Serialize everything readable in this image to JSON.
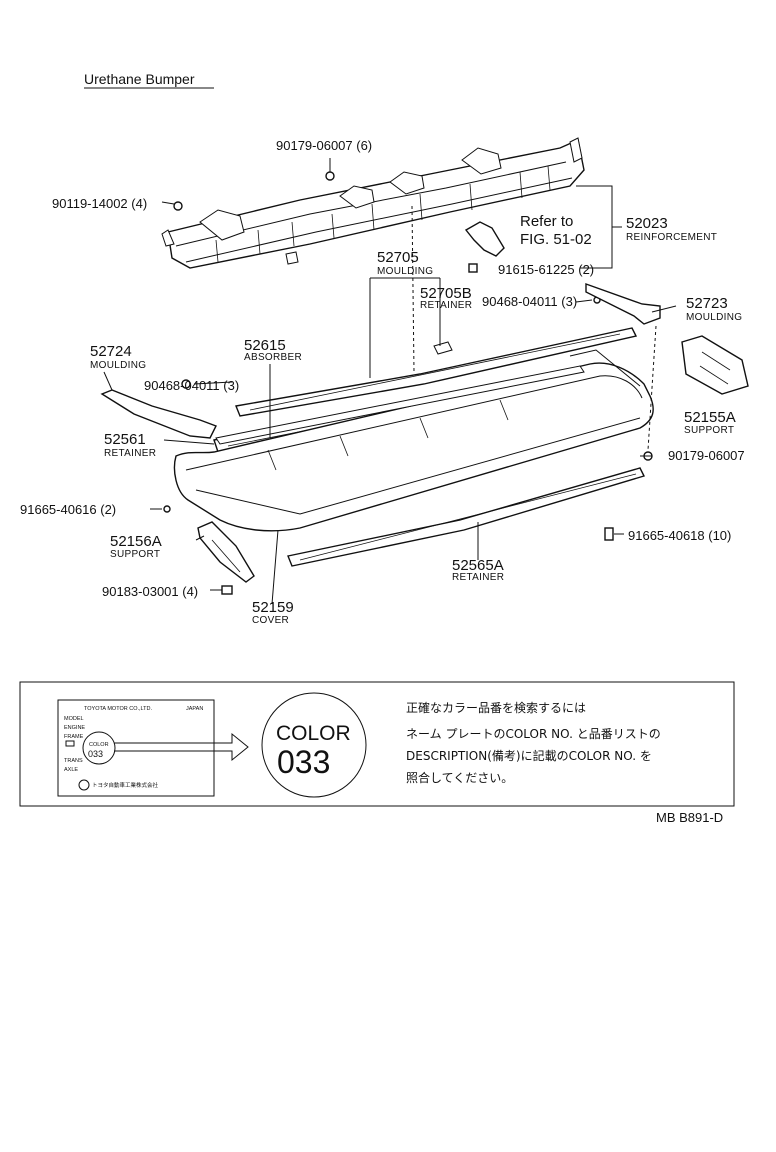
{
  "title": "Urethane Bumper",
  "reference": {
    "line1": "Refer to",
    "line2": "FIG. 51-02"
  },
  "parts": [
    {
      "id": "p1",
      "number": "90179-06007 (6)",
      "name": ""
    },
    {
      "id": "p2",
      "number": "90119-14002 (4)",
      "name": ""
    },
    {
      "id": "p3",
      "number": "52023",
      "name": "REINFORCEMENT"
    },
    {
      "id": "p4",
      "number": "52705",
      "name": "MOULDING"
    },
    {
      "id": "p5",
      "number": "91615-61225 (2)",
      "name": ""
    },
    {
      "id": "p6",
      "number": "52705B",
      "name": "RETAINER"
    },
    {
      "id": "p7",
      "number": "90468-04011 (3)",
      "name": ""
    },
    {
      "id": "p8",
      "number": "52723",
      "name": "MOULDING"
    },
    {
      "id": "p9",
      "number": "52724",
      "name": "MOULDING"
    },
    {
      "id": "p10",
      "number": "52615",
      "name": "ABSORBER"
    },
    {
      "id": "p11",
      "number": "90468-04011 (3)",
      "name": ""
    },
    {
      "id": "p12",
      "number": "52561",
      "name": "RETAINER"
    },
    {
      "id": "p13",
      "number": "52155A",
      "name": "SUPPORT"
    },
    {
      "id": "p14",
      "number": "90179-06007",
      "name": ""
    },
    {
      "id": "p15",
      "number": "91665-40616 (2)",
      "name": ""
    },
    {
      "id": "p16",
      "number": "52156A",
      "name": "SUPPORT"
    },
    {
      "id": "p17",
      "number": "91665-40618 (10)",
      "name": ""
    },
    {
      "id": "p18",
      "number": "52565A",
      "name": "RETAINER"
    },
    {
      "id": "p19",
      "number": "90183-03001 (4)",
      "name": ""
    },
    {
      "id": "p20",
      "number": "52159",
      "name": "COVER"
    }
  ],
  "color_box": {
    "plate": {
      "maker": "TOYOTA MOTOR CO.,LTD.",
      "country": "JAPAN",
      "fields": [
        "MODEL",
        "ENGINE",
        "FRAME",
        "TRANS",
        "AXLE"
      ],
      "color_label": "COLOR",
      "color_code": "033",
      "footer": "トヨタ自動車工業株式会社"
    },
    "big_color_label": "COLOR",
    "big_color_code": "033",
    "instructions": [
      "正確なカラー品番を検索するには",
      "ネーム プレートのCOLOR NO. と品番リストの",
      "DESCRIPTION(備考)に記載のCOLOR NO. を",
      "照合してください。"
    ]
  },
  "figure_code": "MB B891-D"
}
